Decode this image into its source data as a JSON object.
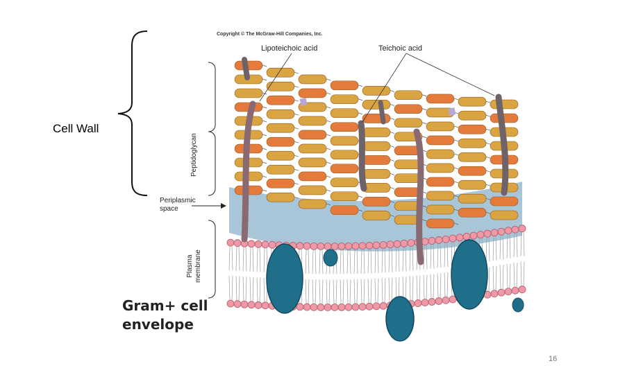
{
  "cell_wall_label": "Cell Wall",
  "copyright": "Copyright © The McGraw-Hill Companies, Inc.",
  "labels": {
    "lipoteichoic_acid": "Lipoteichoic acid",
    "teichoic_acid": "Teichoic acid",
    "periplasmic_line1": "Periplasmic",
    "periplasmic_line2": "space",
    "peptidoglycan": "Peptidoglycan",
    "plasma_line1": "Plasma",
    "plasma_line2": "membrane"
  },
  "title_line1": "Gram+ cell",
  "title_line2": "envelope",
  "page_number": "16",
  "colors": {
    "peptidoglycan_orange": "#e47b3c",
    "peptidoglycan_tan": "#d9a441",
    "periplasm_blue": "#a9c6d8",
    "phospholipid_head": "#ee9aa6",
    "protein_teal": "#1f6f8b",
    "teichoic_rod": "#8a6a72"
  }
}
